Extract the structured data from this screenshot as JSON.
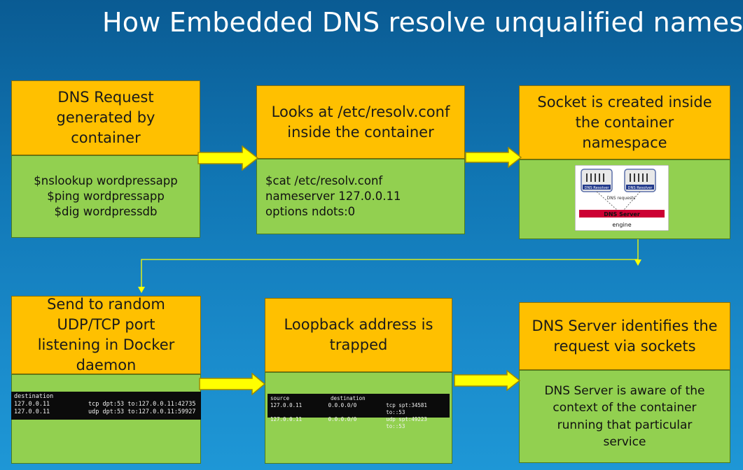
{
  "title": "How Embedded DNS resolve unqualified names?",
  "box1": {
    "head_lines": [
      "DNS Request",
      "generated by",
      "container"
    ],
    "body_lines": [
      "$nslookup wordpressapp",
      "$ping wordpressapp",
      "$dig wordpressdb"
    ]
  },
  "box2": {
    "head_lines": [
      "Looks at /etc/resolv.conf",
      "inside the container"
    ],
    "body_lines": [
      "$cat /etc/resolv.conf",
      "nameserver 127.0.0.11",
      "options ndots:0"
    ]
  },
  "box3": {
    "head_lines": [
      "Socket is created inside",
      "the container",
      "namespace"
    ],
    "diagram": {
      "resolver_label": "DNS Resolver",
      "requests_label": "DNS requests",
      "server_label": "DNS Server",
      "engine_label": "engine"
    }
  },
  "box4": {
    "head_lines": [
      "Send to random",
      "UDP/TCP port",
      "listening in Docker",
      "daemon"
    ],
    "terminal": {
      "header": "destination",
      "rows": [
        {
          "col1": "127.0.0.11",
          "col2": "tcp dpt:53 to:127.0.0.11:42735"
        },
        {
          "col1": "127.0.0.11",
          "col2": "udp dpt:53 to:127.0.0.11:59927"
        }
      ]
    }
  },
  "box5": {
    "head_lines": [
      "Loopback address is",
      "trapped"
    ],
    "terminal": {
      "headers": [
        "source",
        "destination"
      ],
      "rows": [
        {
          "col1": "127.0.0.11",
          "col2": "0.0.0.0/0",
          "col3": "tcp spt:34581 to::53"
        },
        {
          "col1": "127.0.0.11",
          "col2": "0.0.0.0/0",
          "col3": "udp spt:49223 to::53"
        }
      ]
    }
  },
  "box6": {
    "head_lines": [
      "DNS Server identifies the",
      "request via sockets"
    ],
    "body_lines": [
      "DNS Server is aware of the",
      "context of the container",
      "running that particular",
      "service"
    ]
  },
  "colors": {
    "header_fill": "#ffc000",
    "body_fill": "#92d050",
    "arrow_fill": "#ffff00",
    "connector": "#ffff00",
    "server_bar": "#cc0033"
  }
}
